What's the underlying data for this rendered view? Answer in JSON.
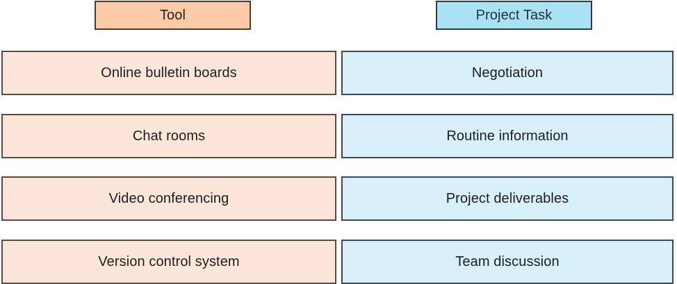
{
  "diagram": {
    "title_columns": [
      {
        "key": "tool",
        "label": "Tool",
        "accent": "#fbcba8",
        "border": "#4a3b32"
      },
      {
        "key": "task",
        "label": "Project Task",
        "accent": "#a9e2f2",
        "border": "#2e3b43"
      }
    ],
    "rows": [
      {
        "tool": "Online bulletin boards",
        "task": "Negotiation"
      },
      {
        "tool": "Chat rooms",
        "task": "Routine information"
      },
      {
        "tool": "Video conferencing",
        "task": "Project deliverables"
      },
      {
        "tool": "Version control system",
        "task": "Team discussion"
      }
    ],
    "colors": {
      "tool_header_fill": "#fbcba8",
      "tool_row_fill": "#fce6da",
      "tool_border": "#5a4a42",
      "task_header_fill": "#a9e2f2",
      "task_row_fill": "#d7f0f9",
      "task_border": "#3a4a53",
      "text": "#1d1d1d",
      "background": "#ffffff"
    }
  }
}
